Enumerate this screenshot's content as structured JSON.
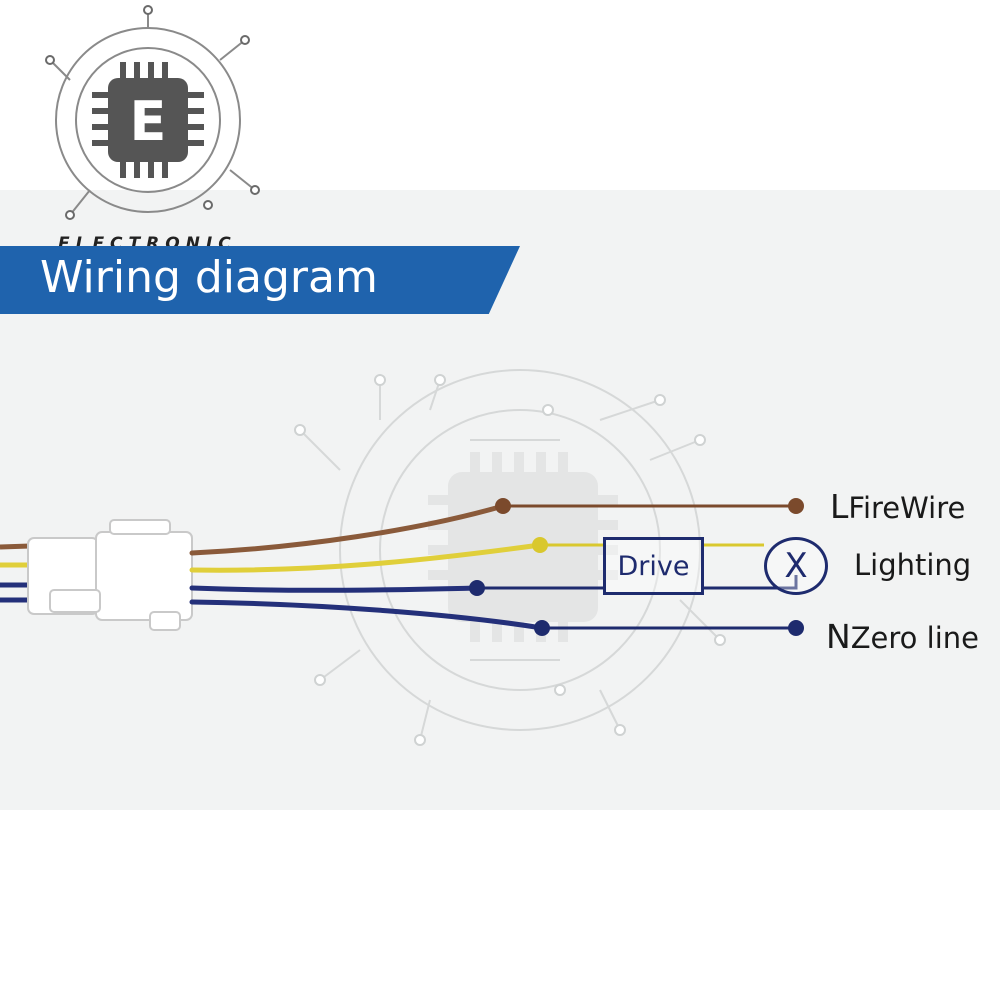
{
  "logo": {
    "letter": "E",
    "wordmark": "ELECTRONIC"
  },
  "title": "Wiring diagram",
  "component": {
    "drive_label": "Drive",
    "lamp_symbol": "X"
  },
  "terminals": {
    "live": {
      "letter": "L",
      "name": "FireWire",
      "color": "#7b4a2c"
    },
    "lighting": {
      "name": "Lighting",
      "color": "#d9c82e"
    },
    "neutral": {
      "letter": "N",
      "name": "Zero line",
      "color": "#1e2b6e"
    }
  },
  "colors": {
    "banner": "#1f63ad",
    "wire_brown": "#8a5a3a",
    "wire_yellow": "#e0cf3a",
    "wire_blue": "#24307a"
  }
}
